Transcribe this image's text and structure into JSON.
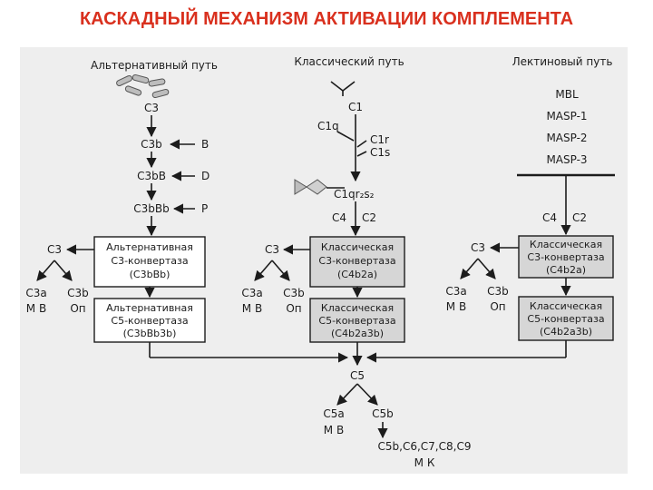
{
  "title": "КАСКАДНЫЙ МЕХАНИЗМ АКТИВАЦИИ КОМПЛЕМЕНТА",
  "headers": {
    "alternative": "Альтернативный путь",
    "classical": "Классический путь",
    "lectin": "Лектиновый путь"
  },
  "alt": {
    "c3": "C3",
    "c3b": "C3b",
    "c3bb": "C3bB",
    "c3bbb": "C3bBb",
    "factor_b": "B",
    "factor_d": "D",
    "factor_p": "P",
    "split_c3": "C3",
    "c3a": "C3a",
    "c3b_out": "C3b",
    "mb": "М В",
    "op": "Оп",
    "box1": [
      "Альтернативная",
      "С3-конвертаза",
      "(C3bBb)"
    ],
    "box2": [
      "Альтернативная",
      "С5-конвертаза",
      "(C3bBb3b)"
    ]
  },
  "cls": {
    "c1": "C1",
    "c1q": "C1q",
    "c1r": "C1r",
    "c1s": "C1s",
    "c1qr2s2": "C1qr₂s₂",
    "c4": "C4",
    "c2": "C2",
    "split_c3": "C3",
    "c3a": "C3a",
    "c3b_out": "C3b",
    "mb": "М В",
    "op": "Оп",
    "box1": [
      "Классическая",
      "С3-конвертаза",
      "(C4b2a)"
    ],
    "box2": [
      "Классическая",
      "С5-конвертаза",
      "(C4b2a3b)"
    ]
  },
  "lec": {
    "items": [
      "MBL",
      "MASP-1",
      "MASP-2",
      "MASP-3"
    ],
    "c4": "C4",
    "c2": "C2",
    "split_c3": "C3",
    "c3a": "C3a",
    "c3b_out": "C3b",
    "mb": "М В",
    "op": "Оп",
    "box1": [
      "Классическая",
      "С3-конвертаза",
      "(C4b2a)"
    ],
    "box2": [
      "Классическая",
      "С5-конвертаза",
      "(C4b2a3b)"
    ]
  },
  "bottom": {
    "c5": "C5",
    "c5a": "C5a",
    "c5b": "C5b",
    "mb": "М В",
    "terminal": "C5b,C6,C7,C8,C9",
    "mk": "М К"
  }
}
